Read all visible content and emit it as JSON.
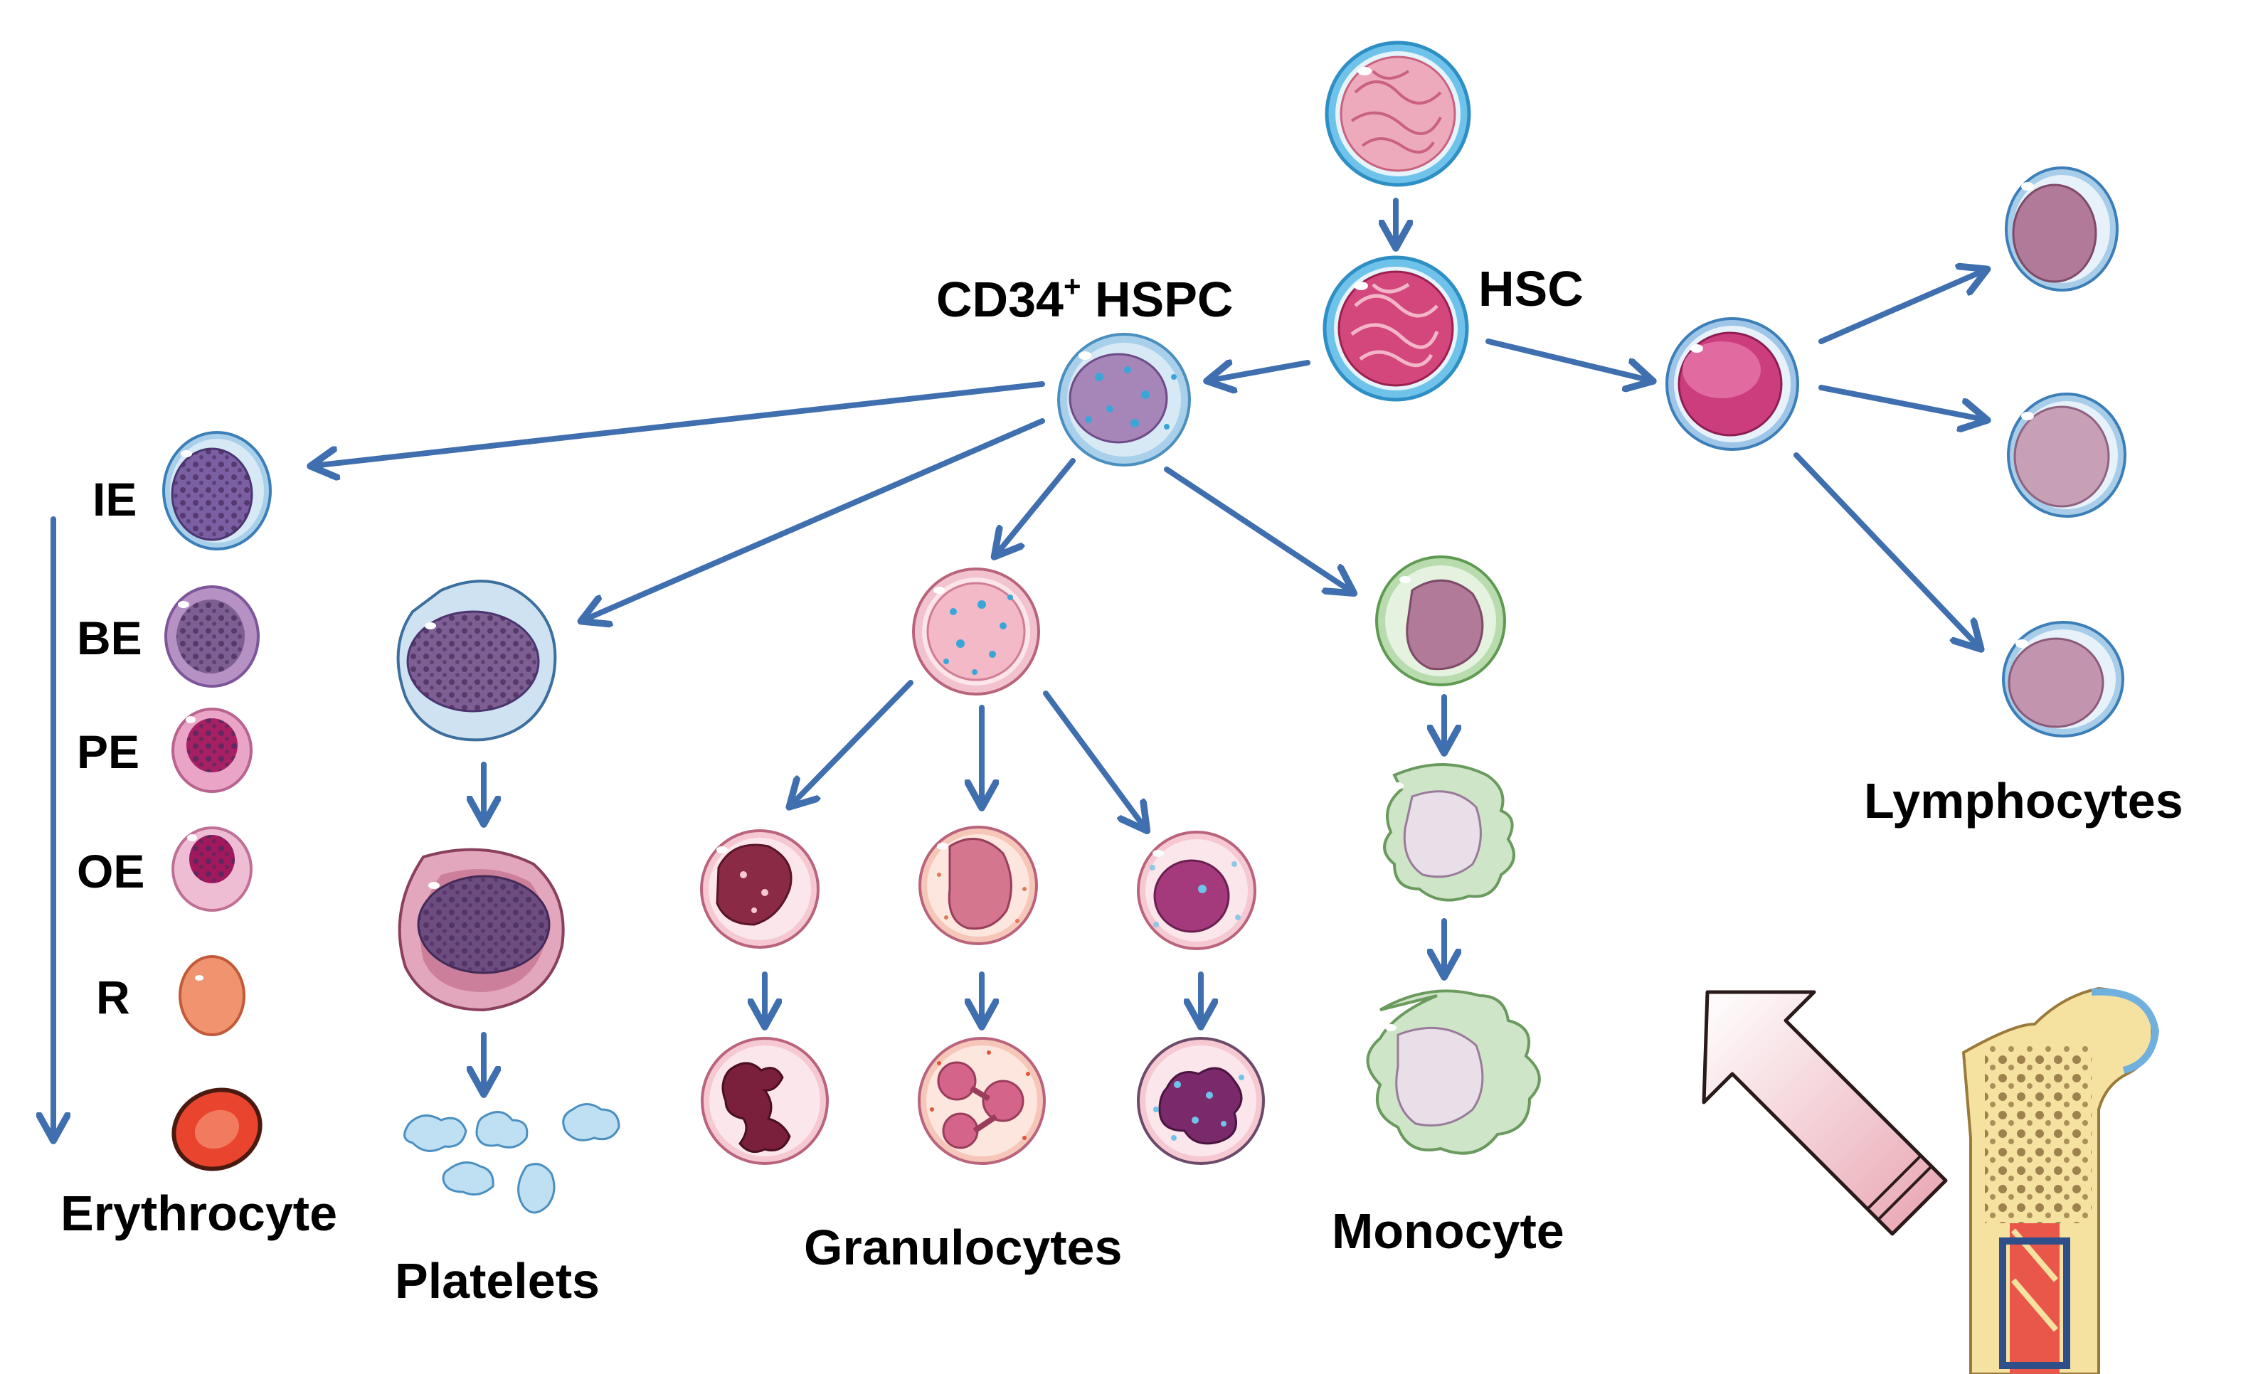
{
  "labels": {
    "hsc": "HSC",
    "hspc_main": "CD34",
    "hspc_sup": "+",
    "hspc_rest": " HSPC",
    "lymphocytes": "Lymphocytes",
    "erythrocyte": "Erythrocyte",
    "platelets": "Platelets",
    "granulocytes": "Granulocytes",
    "monocyte": "Monocyte",
    "erythroid_stages": [
      "IE",
      "BE",
      "PE",
      "OE",
      "R"
    ]
  },
  "colors": {
    "arrow": "#3f6fae",
    "hsc_nucleus": "#d4477c",
    "membrane_blue": "#6fc3ea",
    "erythrocyte": "#e8442e",
    "reticulocyte": "#f0936f",
    "monocyte_green": "#cfe5c8",
    "bone": "#f6e2a0"
  }
}
